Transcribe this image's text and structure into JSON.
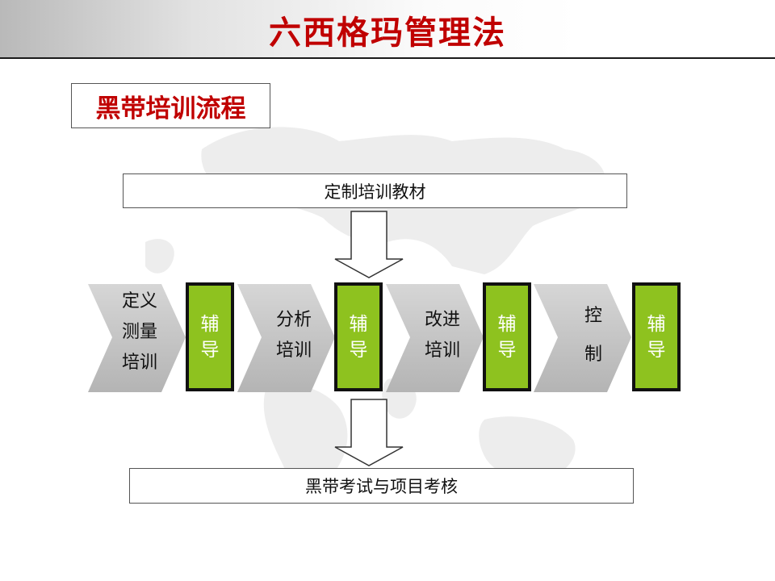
{
  "header": {
    "title": "六西格玛管理法"
  },
  "section": {
    "title": "黑带培训流程"
  },
  "top_box": {
    "label": "定制培训教材"
  },
  "bottom_box": {
    "label": "黑带考试与项目考核"
  },
  "stages": [
    {
      "lines": [
        "定义",
        "测量",
        "培训"
      ]
    },
    {
      "lines": [
        "分析",
        "培训"
      ]
    },
    {
      "lines": [
        "改进",
        "培训"
      ]
    },
    {
      "lines": [
        "控",
        "制"
      ]
    }
  ],
  "coach": {
    "lines": [
      "辅",
      "导"
    ]
  },
  "colors": {
    "accent_red": "#c00000",
    "coach_green": "#8ec21f",
    "chevron_gray": "#bdbdbd"
  }
}
